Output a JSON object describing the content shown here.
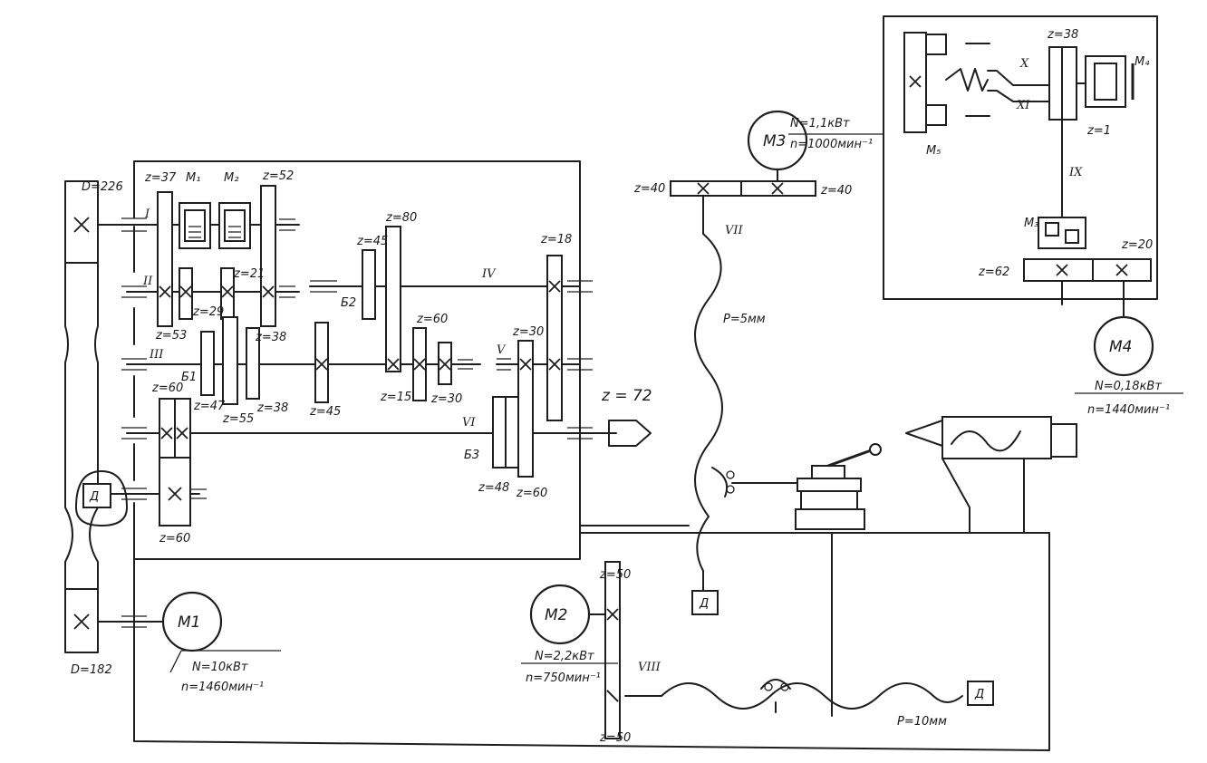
{
  "pulleys": {
    "upper": "D=226",
    "lower": "D=182"
  },
  "motors": {
    "m1": {
      "name": "M1",
      "power": "N=10кВт",
      "speed": "n=1460мин⁻¹"
    },
    "m2": {
      "name": "M2",
      "power": "N=2,2кВт",
      "speed": "n=750мин⁻¹"
    },
    "m3": {
      "name": "M3",
      "power": "N=1,1кВт",
      "speed": "n=1000мин⁻¹"
    },
    "m4": {
      "name": "M4",
      "power": "N=0,18кВт",
      "speed": "n=1440мин⁻¹"
    }
  },
  "clutches": {
    "m1": "M₁",
    "m2": "M₂",
    "m3": "M₃",
    "m4": "M₄",
    "m5": "M₅"
  },
  "shafts": {
    "s1": "I",
    "s2": "II",
    "s3": "III",
    "s4": "IV",
    "s5": "V",
    "s6": "VI",
    "s7": "VII",
    "s8": "VIII",
    "s9": "IX",
    "s10": "X",
    "s11": "XI"
  },
  "blocks": {
    "b1": "Б1",
    "b2": "Б2",
    "b3": "Б3"
  },
  "gears": {
    "g37": "z=37",
    "g52": "z=52",
    "g21": "z=21",
    "g29": "z=29",
    "g53": "z=53",
    "g38a": "z=38",
    "g60a": "z=60",
    "g47": "z=47",
    "g55": "z=55",
    "g38b": "z=38",
    "g45a": "z=45",
    "g80": "z=80",
    "g45b": "z=45",
    "g60b": "z=60",
    "g15": "z=15",
    "g30a": "z=30",
    "g30b": "z=30",
    "g18": "z=18",
    "g72": "z = 72",
    "g48": "z=48",
    "g60c": "z=60",
    "g60d": "z=60",
    "g40a": "z=40",
    "g40b": "z=40",
    "g38c": "z=38",
    "g1": "z=1",
    "g20": "z=20",
    "g62": "z=62",
    "g50a": "z=50",
    "g50b": "z=50"
  },
  "screws": {
    "vertical": "P=5мм",
    "horizontal": "P=10мм"
  },
  "sensors": {
    "spindle": "Д",
    "vertical": "Д",
    "horizontal": "Д"
  }
}
